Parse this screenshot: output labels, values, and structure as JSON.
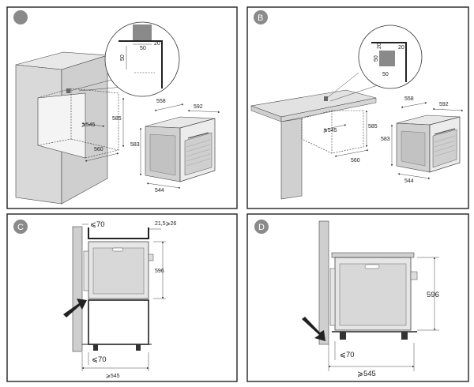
{
  "panels": [
    {
      "id": "A",
      "label": ""
    },
    {
      "id": "B",
      "label": "B"
    },
    {
      "id": "C",
      "label": "C"
    },
    {
      "id": "D",
      "label": "D"
    }
  ],
  "panel_a": {
    "detail": {
      "d50a": "50",
      "d50b": "50",
      "d20": "20"
    },
    "niche": {
      "w545": "⩾545",
      "h585": "585",
      "d560": "560"
    },
    "oven": {
      "w558": "558",
      "d592": "592",
      "h583": "583",
      "w544": "544"
    }
  },
  "panel_b": {
    "detail": {
      "d20a": "20",
      "d50a": "50",
      "d50b": "50",
      "d20b": "20"
    },
    "niche": {
      "w545": "⩾545",
      "h585": "585",
      "d560": "560"
    },
    "oven": {
      "w558": "558",
      "d592": "592",
      "h583": "583",
      "w544": "544"
    }
  },
  "panel_c": {
    "top_gap": "⩽70",
    "top_right": "21,5⩾26",
    "height": "596",
    "bottom_gap": "⩽70",
    "depth": "⩾545"
  },
  "panel_d": {
    "height": "596",
    "gap": "⩽70",
    "depth": "⩾545"
  },
  "colors": {
    "wall": "#d9d9d9",
    "cabinet": "#e6e6e6",
    "oven_front": "#cfcfcf",
    "frame": "#222222",
    "badge": "#8a8a8a"
  }
}
